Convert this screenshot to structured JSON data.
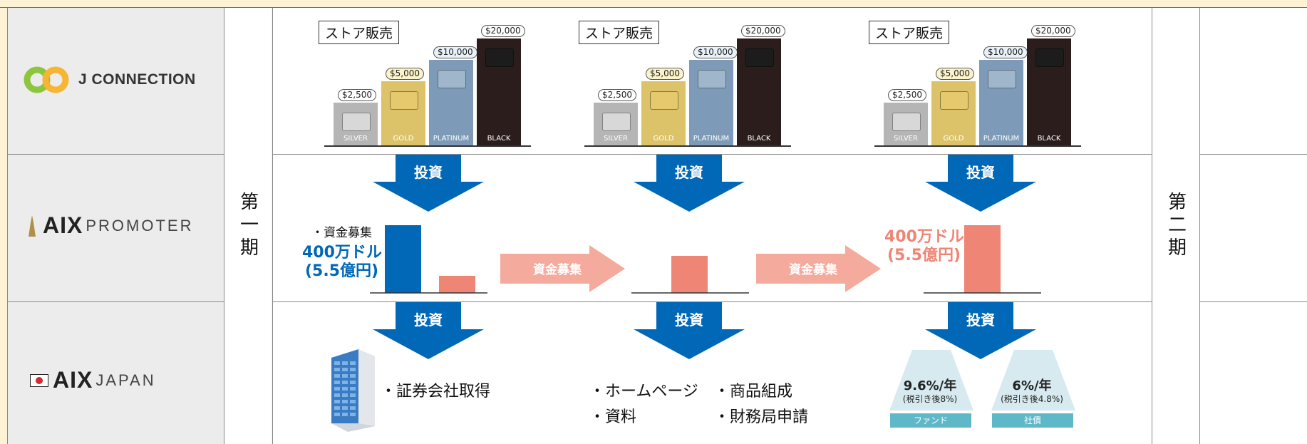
{
  "brand": {
    "jconnection": "J CONNECTION",
    "aix_promoter_big": "AIX",
    "aix_promoter_small": "PROMOTER",
    "aix_japan_big": "AIX",
    "aix_japan_small": "JAPAN"
  },
  "phases": {
    "first": "第一期",
    "second": "第二期"
  },
  "store": {
    "title": "ストア販売",
    "tiers": [
      {
        "price": "$2,500",
        "label": "SILVER",
        "color": "#b5b5b5",
        "height_pct": 0.4
      },
      {
        "price": "$5,000",
        "label": "GOLD",
        "color": "#dcc36a",
        "height_pct": 0.6
      },
      {
        "price": "$10,000",
        "label": "PLATINUM",
        "color": "#7d9bb8",
        "height_pct": 0.8
      },
      {
        "price": "$20,000",
        "label": "BLACK",
        "color": "#2a1d1b",
        "height_pct": 1.0
      }
    ]
  },
  "arrows": {
    "invest": "投資",
    "fundraise": "資金募集"
  },
  "promoter": {
    "col1_note": "・資金募集",
    "col1_amount": "400万ドル",
    "col1_yen": "(5.5億円)",
    "col3_amount": "400万ドル",
    "col3_yen": "(5.5億円)"
  },
  "japan": {
    "col1_item": "・証券会社取得",
    "col2_items": [
      "・ホームページ",
      "・資料",
      "・商品組成",
      "・財務局申請"
    ],
    "fund": {
      "rate": "9.6%/年",
      "net": "(税引き後8%)",
      "label": "ファンド"
    },
    "bond": {
      "rate": "6%/年",
      "net": "(税引き後4.8%)",
      "label": "社債"
    }
  },
  "colors": {
    "blue": "#0068b7",
    "salmon": "#ef8574",
    "pink_arrow": "#f4aa9c",
    "teal": "#5fb8c7"
  }
}
